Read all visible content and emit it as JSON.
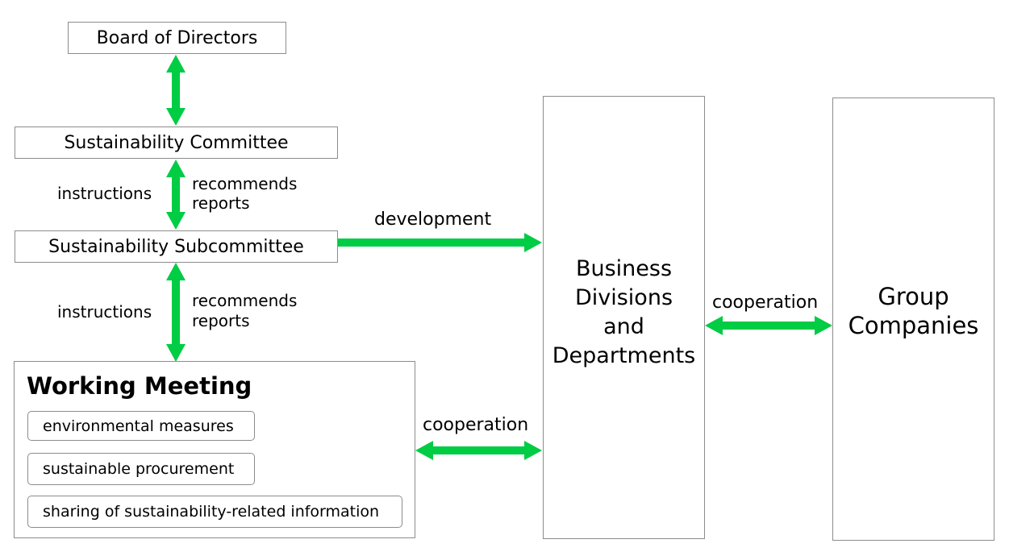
{
  "nodes": {
    "board": "Board of Directors",
    "committee": "Sustainability Committee",
    "subcommittee": "Sustainability Subcommittee",
    "working_meeting": {
      "title": "Working Meeting",
      "items": [
        "environmental measures",
        "sustainable procurement",
        "sharing of sustainability-related information"
      ]
    },
    "business_divisions": [
      "Business",
      "Divisions",
      "and",
      "Departments"
    ],
    "group_companies": [
      "Group",
      "Companies"
    ]
  },
  "edges": {
    "committee_instructions": "instructions",
    "committee_recommends": "recommends",
    "committee_reports": "reports",
    "subcommittee_instructions": "instructions",
    "subcommittee_recommends": "recommends",
    "subcommittee_reports": "reports",
    "development": "development",
    "cooperation_working": "cooperation",
    "cooperation_group": "cooperation"
  },
  "colors": {
    "arrow": "#00cc44",
    "border": "#8c8c8c"
  }
}
